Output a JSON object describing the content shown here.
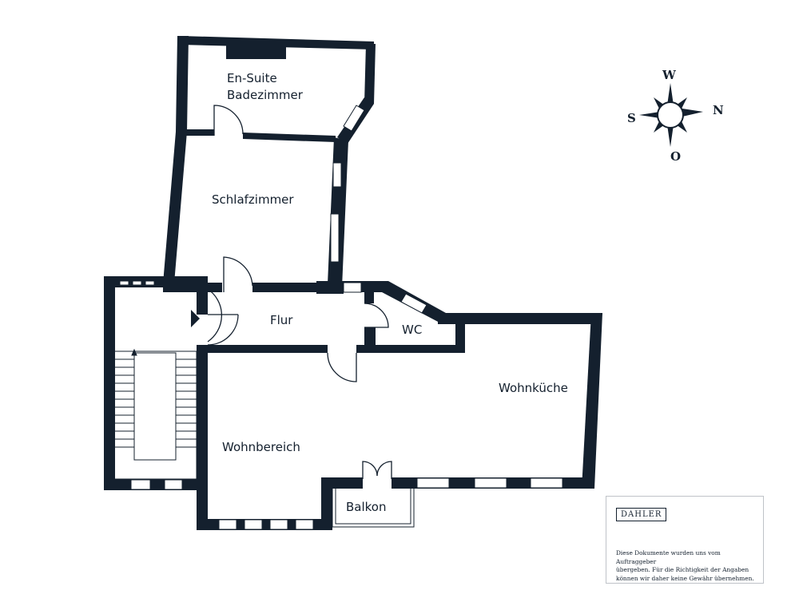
{
  "colors": {
    "wall": "#14202e",
    "background": "#ffffff",
    "window": "#ffffff"
  },
  "rooms": {
    "ensuite_line1": "En-Suite",
    "ensuite_line2": "Badezimmer",
    "schlafzimmer": "Schlafzimmer",
    "flur": "Flur",
    "wc": "WC",
    "wohnkueche": "Wohnküche",
    "wohnbereich": "Wohnbereich",
    "balkon": "Balkon"
  },
  "compass": {
    "north": "N",
    "south": "S",
    "west": "W",
    "east": "O",
    "icon": "compass-rose-icon"
  },
  "disclaimer": {
    "brand": "DAHLER",
    "text": "Diese Dokumente wurden uns vom Auftraggeber\nübergeben. Für die Richtigkeit der Angaben\nkönnen wir daher keine Gewähr übernehmen."
  }
}
